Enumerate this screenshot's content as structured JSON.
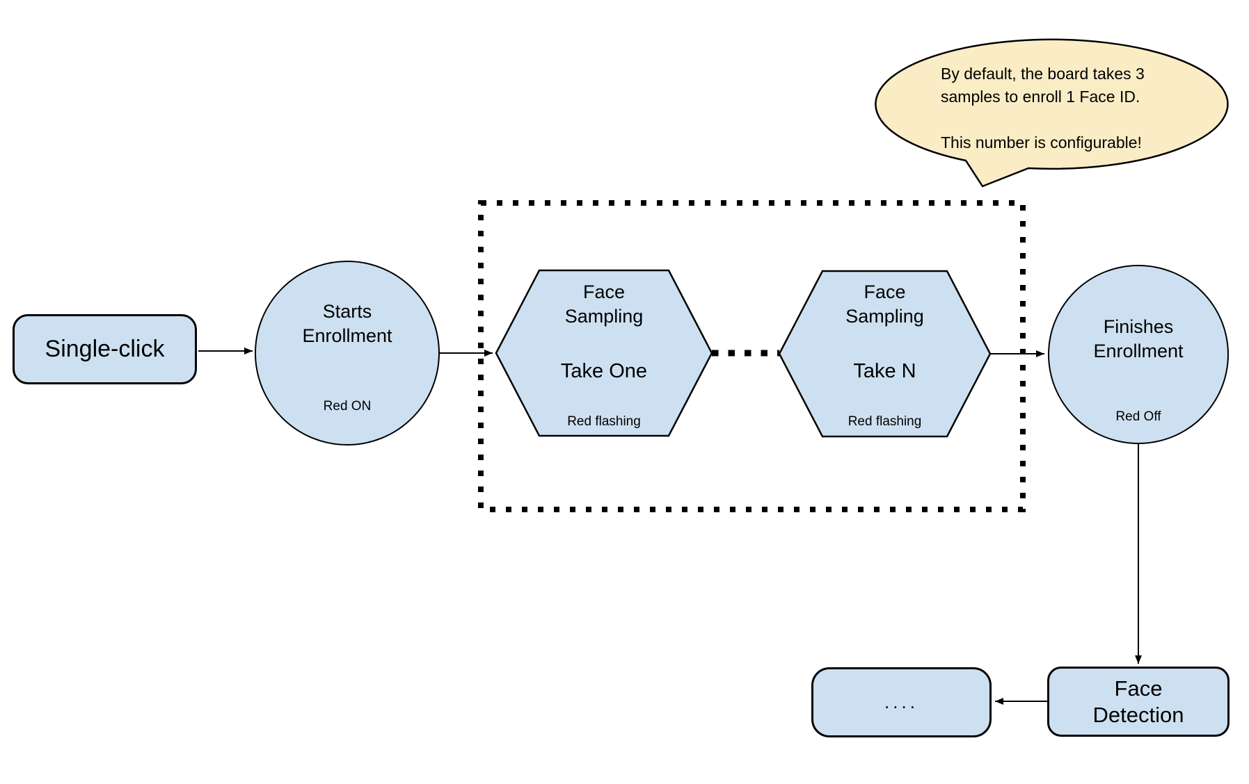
{
  "colors": {
    "node_fill": "#cde0f1",
    "callout_fill": "#faecc5",
    "stroke": "#000000"
  },
  "nodes": {
    "single_click": {
      "label": "Single-click"
    },
    "starts_enrollment": {
      "line1": "Starts",
      "line2": "Enrollment",
      "status": "Red ON"
    },
    "face_sampling_one": {
      "line1": "Face",
      "line2": "Sampling",
      "take": "Take One",
      "status": "Red flashing"
    },
    "face_sampling_n": {
      "line1": "Face",
      "line2": "Sampling",
      "take": "Take N",
      "status": "Red flashing"
    },
    "finishes_enrollment": {
      "line1": "Finishes",
      "line2": "Enrollment",
      "status": "Red Off"
    },
    "face_detection": {
      "line1": "Face",
      "line2": "Detection"
    },
    "continuation": {
      "label": "...."
    }
  },
  "callout": {
    "line1": "By default, the board takes 3",
    "line2": "samples to enroll 1 Face ID.",
    "line3": "This number is configurable!"
  }
}
